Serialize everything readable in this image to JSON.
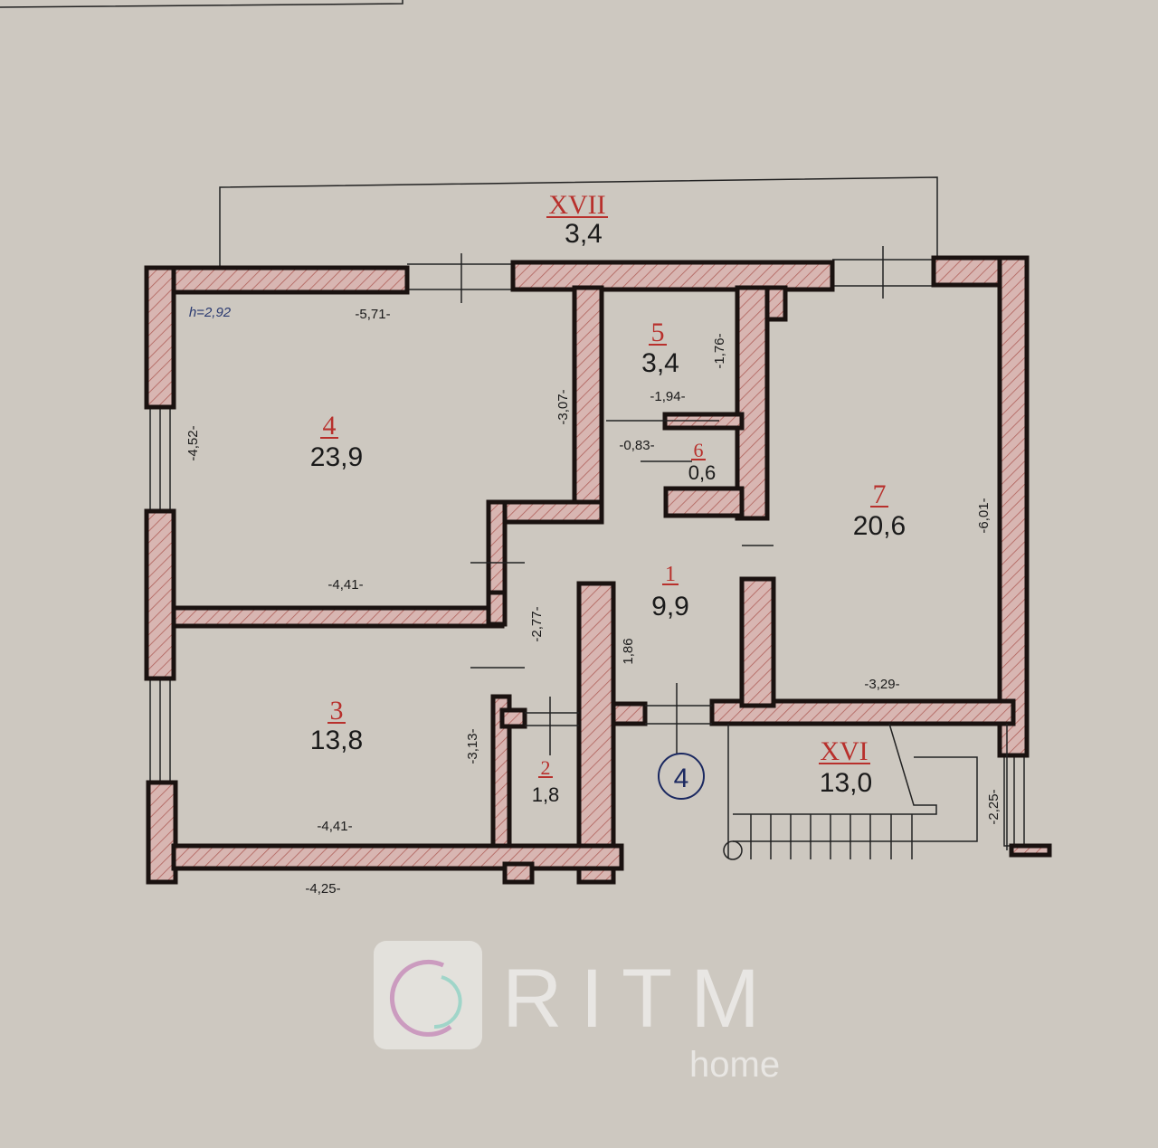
{
  "plan": {
    "ceiling_height": "h=2,92",
    "rooms": [
      {
        "num": "4",
        "area": "23,9"
      },
      {
        "num": "5",
        "area": "3,4"
      },
      {
        "num": "6",
        "area": "0,6"
      },
      {
        "num": "7",
        "area": "20,6"
      },
      {
        "num": "1",
        "area": "9,9"
      },
      {
        "num": "3",
        "area": "13,8"
      },
      {
        "num": "2",
        "area": "1,8"
      }
    ],
    "exterior": [
      {
        "num": "XVII",
        "area": "3,4"
      },
      {
        "num": "XVI",
        "area": "13,0"
      }
    ],
    "marker": "4",
    "dimensions": [
      "-5,71-",
      "-4,52-",
      "-3,07-",
      "-4,41-",
      "-1,76-",
      "-1,94-",
      "-0,83-",
      "-6,01-",
      "-2,77-",
      "1,86",
      "-3,29-",
      "-3,13-",
      "-4,41-",
      "-2,25-",
      "-4,25-"
    ]
  },
  "watermark": {
    "brand": "RITM",
    "sub": "home"
  },
  "colors": {
    "wall_fill": "#d8b6b2",
    "hatch": "#b0605a",
    "label_red": "#b8302c",
    "paper": "#cdc8c0"
  }
}
